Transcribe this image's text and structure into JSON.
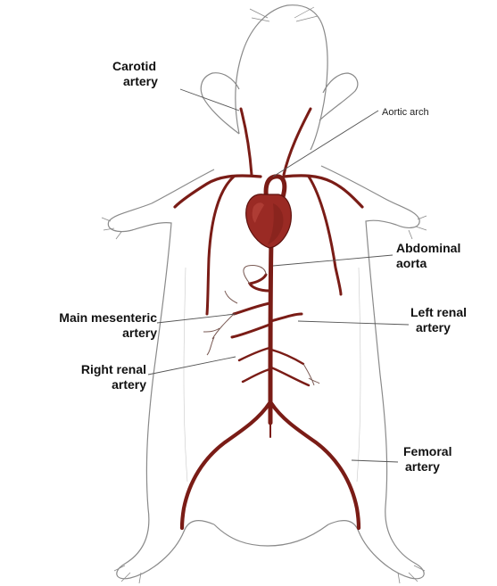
{
  "labels": {
    "carotid": [
      "Carotid",
      "artery"
    ],
    "aortic_arch": "Aortic arch",
    "abdominal": [
      "Abdominal",
      "aorta"
    ],
    "main_mesenteric": [
      "Main mesenteric",
      "artery"
    ],
    "left_renal": [
      "Left renal",
      "artery"
    ],
    "right_renal": [
      "Right renal",
      "artery"
    ],
    "femoral": [
      "Femoral",
      "artery"
    ]
  },
  "colors": {
    "artery": "#7a1c16",
    "heart": "#9a2a24",
    "outline": "#8a8a8a",
    "leader": "#555555"
  }
}
